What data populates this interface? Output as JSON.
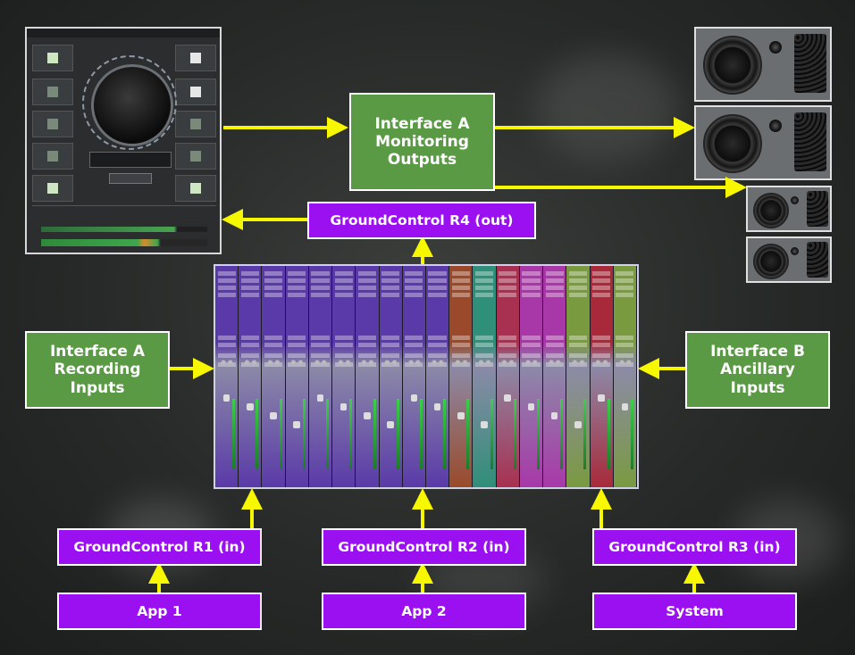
{
  "diagram": {
    "monitoring_outputs": "Interface A\nMonitoring\nOutputs",
    "recording_inputs": "Interface A\nRecording\nInputs",
    "ancillary_inputs": "Interface B\nAncillary\nInputs",
    "groundcontrol_r4": "GroundControl R4 (out)",
    "groundcontrol_r1": "GroundControl R1 (in)",
    "groundcontrol_r2": "GroundControl R2 (in)",
    "groundcontrol_r3": "GroundControl R3 (in)",
    "app1": "App 1",
    "app2": "App 2",
    "system": "System"
  },
  "colors": {
    "green_box": "#5a9a45",
    "purple_box": "#9a10f0",
    "arrow": "#f7f700"
  },
  "mixer": {
    "channel_colors": [
      "#5a3aa8",
      "#5a3aa8",
      "#5a3aa8",
      "#5a3aa8",
      "#5a3aa8",
      "#5a3aa8",
      "#5a3aa8",
      "#5a3aa8",
      "#5a3aa8",
      "#5a3aa8",
      "#9a4a2a",
      "#2f8f78",
      "#a83050",
      "#a838a8",
      "#a838a8",
      "#7a9a40",
      "#a82a3a",
      "#7a9a40"
    ]
  }
}
